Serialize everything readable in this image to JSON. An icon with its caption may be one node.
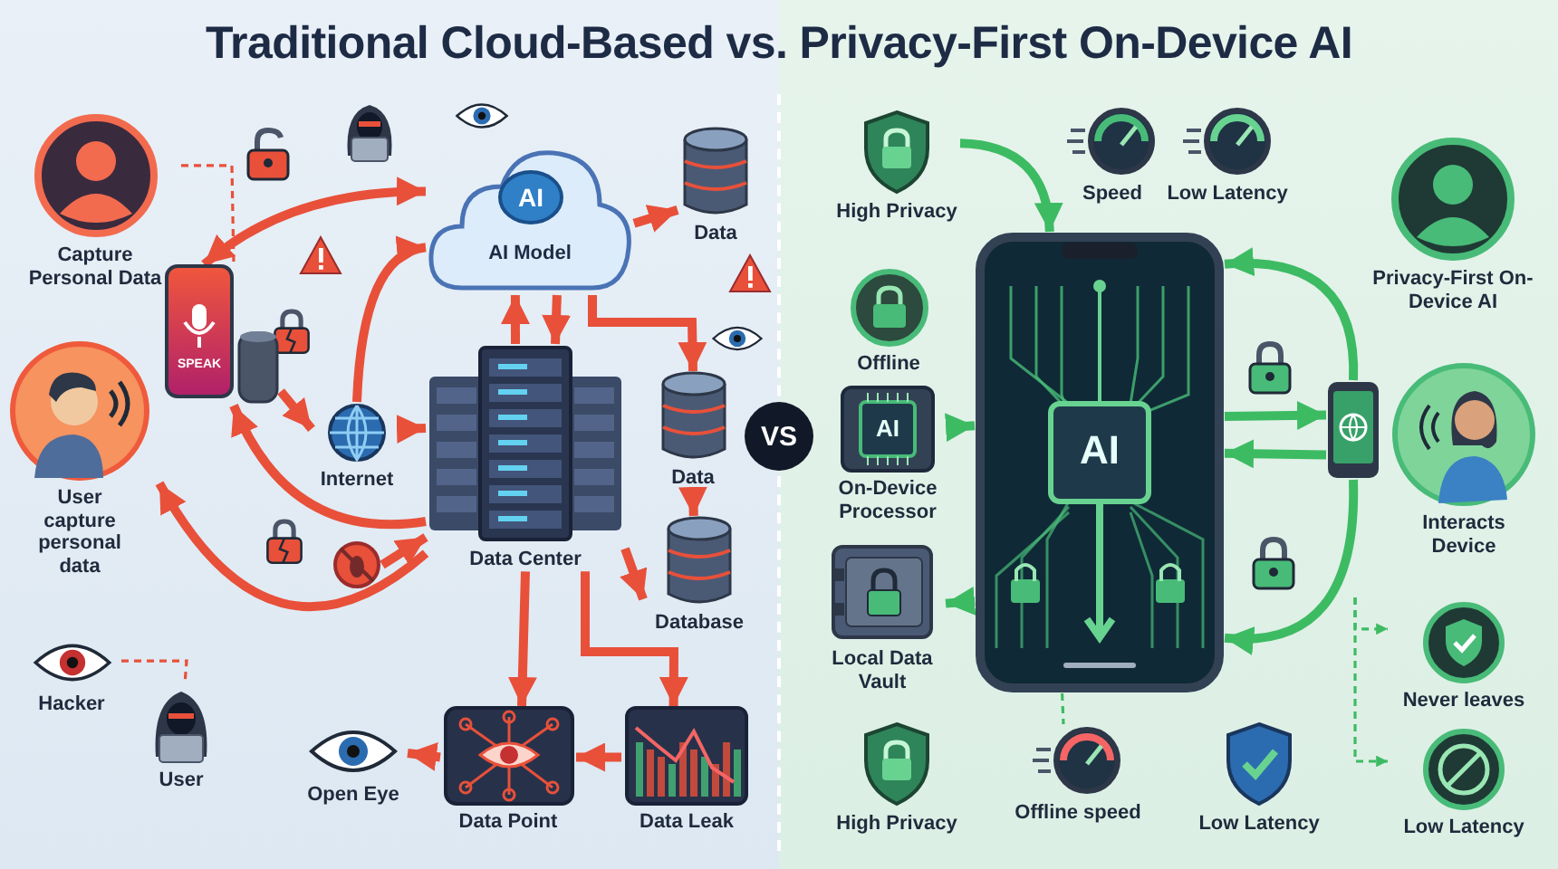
{
  "diagram": {
    "title": "Traditional Cloud-Based vs. Privacy-First On-Device AI",
    "nodes": [
      {
        "text": [
          "Capture Personal Data"
        ]
      },
      {
        "text": [
          "User capture personal data"
        ]
      },
      {
        "text": [
          "SPEAK"
        ]
      },
      {
        "text": [
          "Internet"
        ]
      },
      {
        "text": [
          "AI",
          "AI Model"
        ]
      },
      {
        "text": [
          "Data"
        ]
      },
      {
        "text": [
          "Data Center"
        ]
      },
      {
        "text": [
          "Data"
        ]
      },
      {
        "text": [
          "Database"
        ]
      },
      {
        "text": [
          "Data Leak"
        ]
      },
      {
        "text": [
          "Data Point"
        ]
      },
      {
        "text": [
          "Open Eye"
        ]
      },
      {
        "text": [
          "Hacker"
        ]
      },
      {
        "text": [
          "User"
        ]
      },
      {
        "text": [],
        "shape": "circle"
      },
      {
        "text": [
          "VS"
        ]
      },
      {
        "text": [
          "High Privacy"
        ]
      },
      {
        "text": [
          "Speed"
        ]
      },
      {
        "text": [
          "Low Latency"
        ]
      },
      {
        "text": [
          "AI"
        ]
      },
      {
        "text": [
          "Offline"
        ]
      },
      {
        "text": [
          "AI",
          "On-Device Processor"
        ]
      },
      {
        "text": [
          "Local Data Vault"
        ]
      },
      {
        "text": [
          "Privacy-First On-Device AI"
        ]
      },
      {
        "text": [],
        "shape": "picture"
      },
      {
        "text": [
          "Interacts Device"
        ]
      },
      {
        "text": [
          "Never leaves"
        ]
      },
      {
        "text": [
          "Low Latency"
        ]
      },
      {
        "text": [
          "High Privacy"
        ]
      },
      {
        "text": [
          "Offline speed"
        ]
      },
      {
        "text": [
          "Low Latency"
        ]
      }
    ],
    "edges": [
      {
        "from": 4,
        "to": 2,
        "arrow": "both"
      },
      {
        "from": 3,
        "to": 4,
        "arrow": "to"
      },
      {
        "from": 2,
        "to": 3,
        "arrow": "to"
      },
      {
        "from": 3,
        "to": 6,
        "arrow": "to"
      },
      {
        "from": 6,
        "to": 4,
        "arrow": "to"
      },
      {
        "from": 4,
        "to": 6,
        "arrow": "to"
      },
      {
        "from": 4,
        "to": 5,
        "arrow": "to"
      },
      {
        "from": 4,
        "to": 7,
        "arrow": "to"
      },
      {
        "from": 7,
        "to": 8,
        "arrow": "to"
      },
      {
        "from": 6,
        "to": 8,
        "arrow": "to"
      },
      {
        "from": 6,
        "to": 10,
        "arrow": "to"
      },
      {
        "from": 6,
        "to": 9,
        "arrow": "to"
      },
      {
        "from": 9,
        "to": 10,
        "arrow": "to"
      },
      {
        "from": 10,
        "to": 11,
        "arrow": "to"
      },
      {
        "from": 6,
        "to": 1,
        "arrow": "to"
      },
      {
        "from": 6,
        "to": 2,
        "arrow": "to"
      },
      {
        "from": 14,
        "to": 6,
        "arrow": "to"
      },
      {
        "from": 0,
        "to": 2,
        "arrow": "none",
        "style": "dashed"
      },
      {
        "from": 12,
        "to": 13,
        "arrow": "none",
        "style": "dashed"
      },
      {
        "from": 16,
        "to": 19,
        "arrow": "to",
        "color": "#3dbb63"
      },
      {
        "from": 24,
        "to": 19,
        "arrow": "to",
        "color": "#3dbb63"
      },
      {
        "from": 21,
        "to": 19,
        "arrow": "to",
        "color": "#3dbb63"
      },
      {
        "from": 19,
        "to": 24,
        "arrow": "to",
        "color": "#3dbb63"
      },
      {
        "from": 24,
        "to": 19,
        "arrow": "to",
        "color": "#3dbb63"
      },
      {
        "from": 19,
        "to": 22,
        "arrow": "to",
        "color": "#3dbb63"
      },
      {
        "from": 24,
        "to": 19,
        "arrow": "to",
        "color": "#3dbb63"
      },
      {
        "from": null,
        "to": 26,
        "arrow": "to",
        "style": "dashed",
        "color": "#3dbb63"
      },
      {
        "from": null,
        "to": 27,
        "arrow": "to",
        "style": "dashed",
        "color": "#3dbb63"
      },
      {
        "from": 19,
        "to": 29,
        "arrow": "none",
        "style": "dashed",
        "color": "#3dbb63"
      }
    ]
  }
}
